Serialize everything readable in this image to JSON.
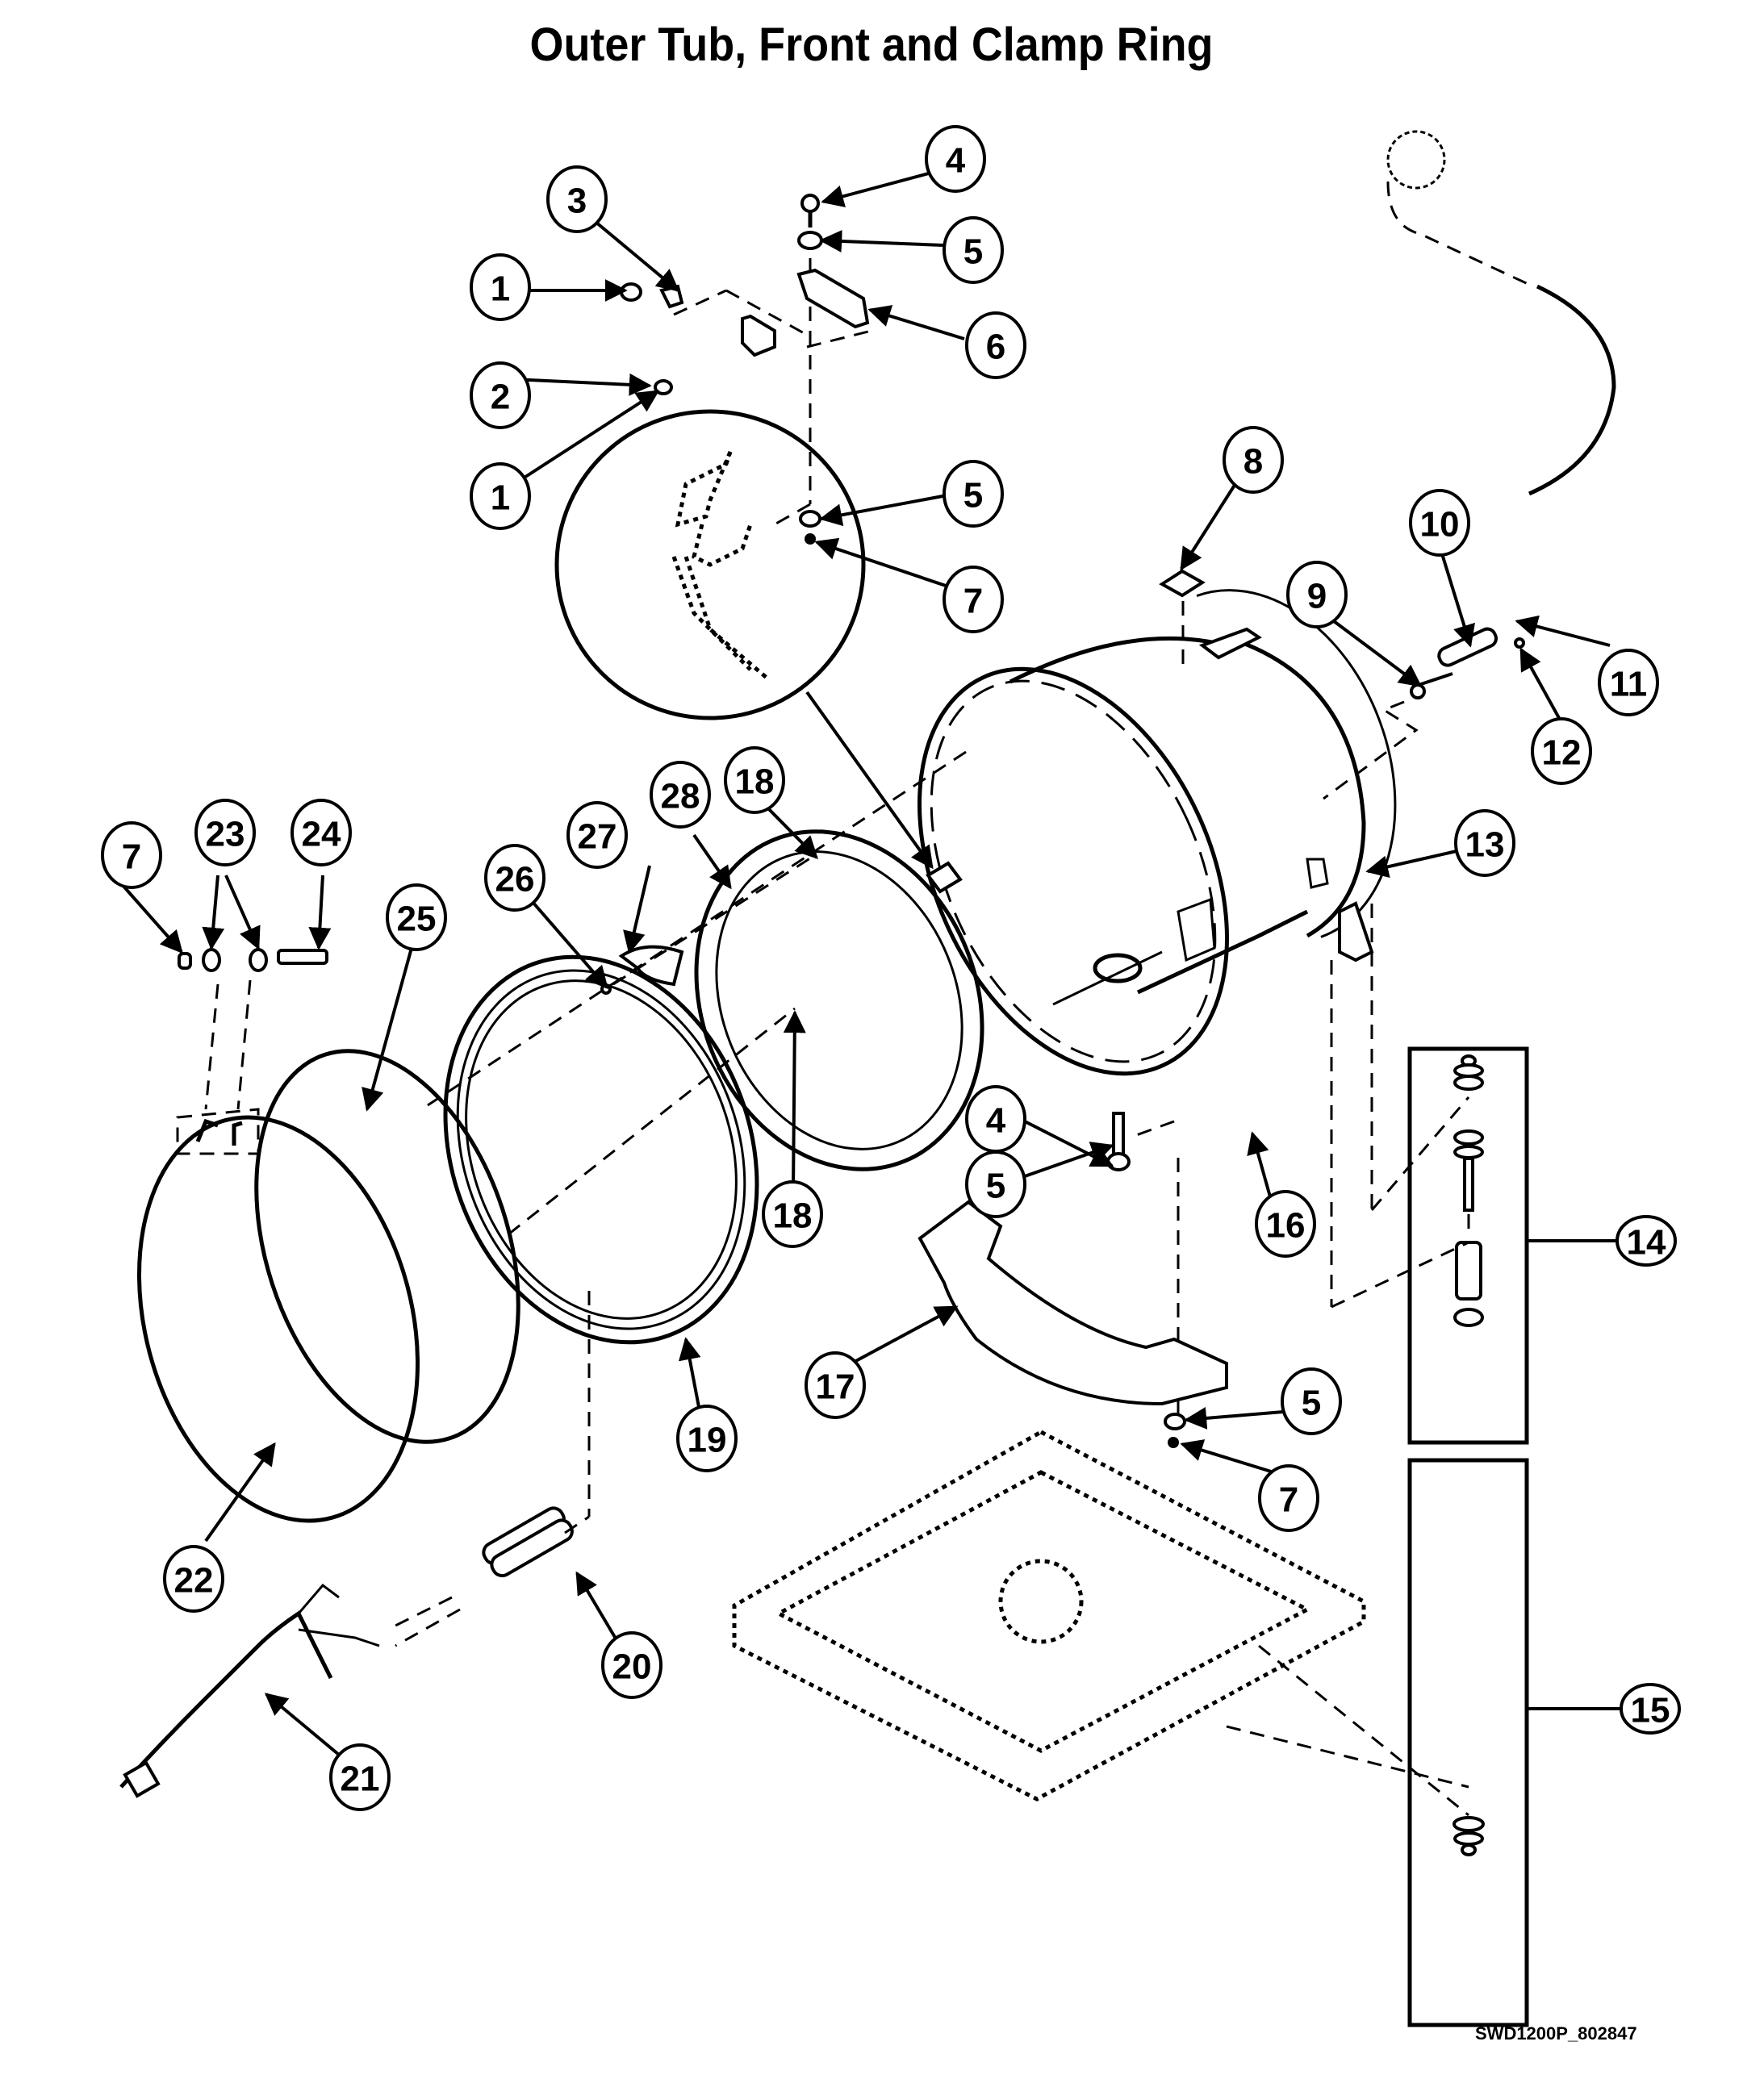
{
  "document": {
    "title": "Outer Tub, Front and Clamp Ring",
    "footer_code": "SWD1200P_802847"
  },
  "callouts": [
    {
      "id": "c1a",
      "label": "1"
    },
    {
      "id": "c1b",
      "label": "1"
    },
    {
      "id": "c2",
      "label": "2"
    },
    {
      "id": "c3",
      "label": "3"
    },
    {
      "id": "c4a",
      "label": "4"
    },
    {
      "id": "c4b",
      "label": "4"
    },
    {
      "id": "c5a",
      "label": "5"
    },
    {
      "id": "c5b",
      "label": "5"
    },
    {
      "id": "c5c",
      "label": "5"
    },
    {
      "id": "c5d",
      "label": "5"
    },
    {
      "id": "c6",
      "label": "6"
    },
    {
      "id": "c7a",
      "label": "7"
    },
    {
      "id": "c7b",
      "label": "7"
    },
    {
      "id": "c7c",
      "label": "7"
    },
    {
      "id": "c8",
      "label": "8"
    },
    {
      "id": "c9",
      "label": "9"
    },
    {
      "id": "c10",
      "label": "10"
    },
    {
      "id": "c11",
      "label": "11"
    },
    {
      "id": "c12",
      "label": "12"
    },
    {
      "id": "c13",
      "label": "13"
    },
    {
      "id": "c14",
      "label": "14"
    },
    {
      "id": "c15",
      "label": "15"
    },
    {
      "id": "c16",
      "label": "16"
    },
    {
      "id": "c17",
      "label": "17"
    },
    {
      "id": "c18a",
      "label": "18"
    },
    {
      "id": "c18b",
      "label": "18"
    },
    {
      "id": "c19",
      "label": "19"
    },
    {
      "id": "c20",
      "label": "20"
    },
    {
      "id": "c21",
      "label": "21"
    },
    {
      "id": "c22",
      "label": "22"
    },
    {
      "id": "c23",
      "label": "23"
    },
    {
      "id": "c24",
      "label": "24"
    },
    {
      "id": "c25",
      "label": "25"
    },
    {
      "id": "c26",
      "label": "26"
    },
    {
      "id": "c27",
      "label": "27"
    },
    {
      "id": "c28",
      "label": "28"
    }
  ]
}
